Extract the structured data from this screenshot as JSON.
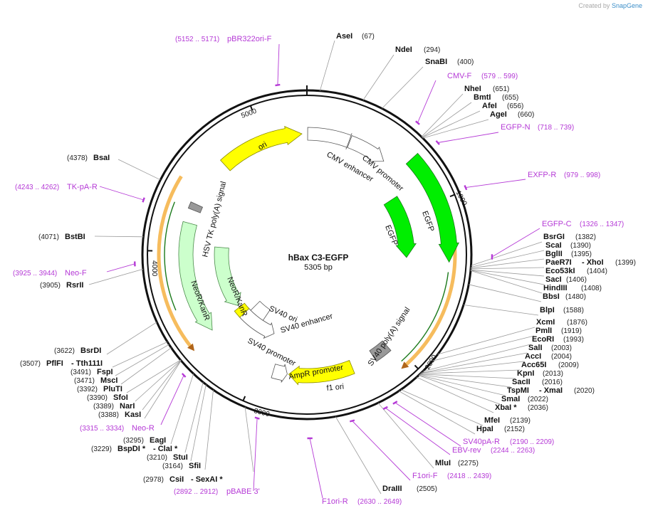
{
  "credit": {
    "prefix": "Created by",
    "brand": "SnapGene"
  },
  "plasmid": {
    "name": "hBax C3-EGFP",
    "size_label": "5305 bp",
    "length": 5305
  },
  "ruler_labels": [
    "1000",
    "2000",
    "3000",
    "4000",
    "5000"
  ],
  "features": [
    {
      "label": "ori",
      "color": "#ffff00"
    },
    {
      "label": "CMV enhancer",
      "color": "#ffffff"
    },
    {
      "label": "CMV promoter",
      "color": "#ffffff"
    },
    {
      "label": "EGFP",
      "color": "#00ee00"
    },
    {
      "label": "EGFP",
      "color": "#00ee00"
    },
    {
      "label": "SV40 poly(A) signal",
      "color": "#999999"
    },
    {
      "label": "f1 ori",
      "color": "#ffff00"
    },
    {
      "label": "AmpR promoter",
      "color": "#ffffff"
    },
    {
      "label": "SV40 promoter",
      "color": "#ffffff"
    },
    {
      "label": "SV40 ori",
      "color": "#ffff00"
    },
    {
      "label": "SV40 enhancer",
      "color": "#ffffff"
    },
    {
      "label": "NeoR/KanR",
      "color": "#ccffcc"
    },
    {
      "label": "NeoR/KanR",
      "color": "#ccffcc"
    },
    {
      "label": "HSV TK poly(A) signal",
      "color": "#999999"
    }
  ],
  "sites": [
    {
      "name": "AseI",
      "pos": "(67)"
    },
    {
      "name": "NdeI",
      "pos": "(294)"
    },
    {
      "name": "SnaBI",
      "pos": "(400)"
    },
    {
      "name": "NheI",
      "pos": "(651)"
    },
    {
      "name": "BmtI",
      "pos": "(655)"
    },
    {
      "name": "AfeI",
      "pos": "(656)"
    },
    {
      "name": "AgeI",
      "pos": "(660)"
    },
    {
      "name": "BsrGI",
      "pos": "(1382)"
    },
    {
      "name": "ScaI",
      "pos": "(1390)"
    },
    {
      "name": "BglII",
      "pos": "(1395)"
    },
    {
      "name": "PaeR7I",
      "extra": "- XhoI",
      "pos": "(1399)"
    },
    {
      "name": "Eco53kI",
      "pos": "(1404)"
    },
    {
      "name": "SacI",
      "pos": "(1406)"
    },
    {
      "name": "HindIII",
      "pos": "(1408)"
    },
    {
      "name": "BbsI",
      "pos": "(1480)"
    },
    {
      "name": "BlpI",
      "pos": "(1588)"
    },
    {
      "name": "XcmI",
      "pos": "(1876)"
    },
    {
      "name": "PmlI",
      "pos": "(1919)"
    },
    {
      "name": "EcoRI",
      "pos": "(1993)"
    },
    {
      "name": "SalI",
      "pos": "(2003)"
    },
    {
      "name": "AccI",
      "pos": "(2004)"
    },
    {
      "name": "Acc65I",
      "pos": "(2009)"
    },
    {
      "name": "KpnI",
      "pos": "(2013)"
    },
    {
      "name": "SacII",
      "pos": "(2016)"
    },
    {
      "name": "TspMI",
      "extra": "- XmaI",
      "pos": "(2020)"
    },
    {
      "name": "SmaI",
      "pos": "(2022)"
    },
    {
      "name": "XbaI *",
      "pos": "(2036)"
    },
    {
      "name": "MfeI",
      "pos": "(2139)"
    },
    {
      "name": "HpaI",
      "pos": "(2152)"
    },
    {
      "name": "MluI",
      "pos": "(2275)"
    },
    {
      "name": "DraIII",
      "pos": "(2505)"
    },
    {
      "name": "CsiI",
      "extra": "- SexAI *",
      "pos": "(2978)"
    },
    {
      "name": "SfiI",
      "pos": "(3164)"
    },
    {
      "name": "StuI",
      "pos": "(3210)"
    },
    {
      "name": "BspDI *",
      "extra": "- ClaI *",
      "pos": "(3229)"
    },
    {
      "name": "EagI",
      "pos": "(3295)"
    },
    {
      "name": "KasI",
      "pos": "(3388)"
    },
    {
      "name": "NarI",
      "pos": "(3389)"
    },
    {
      "name": "SfoI",
      "pos": "(3390)"
    },
    {
      "name": "PluTI",
      "pos": "(3392)"
    },
    {
      "name": "MscI",
      "pos": "(3471)"
    },
    {
      "name": "FspI",
      "pos": "(3491)"
    },
    {
      "name": "PflFI",
      "extra": "- Tth111I",
      "pos": "(3507)"
    },
    {
      "name": "BsrDI",
      "pos": "(3622)"
    },
    {
      "name": "RsrII",
      "pos": "(3905)"
    },
    {
      "name": "BstBI",
      "pos": "(4071)"
    },
    {
      "name": "BsaI",
      "pos": "(4378)"
    }
  ],
  "primers": [
    {
      "name": "pBR322ori-F",
      "pos": "(5152 .. 5171)"
    },
    {
      "name": "CMV-F",
      "pos": "(579 .. 599)"
    },
    {
      "name": "EGFP-N",
      "pos": "(718 .. 739)"
    },
    {
      "name": "EXFP-R",
      "pos": "(979 .. 998)"
    },
    {
      "name": "EGFP-C",
      "pos": "(1326 .. 1347)"
    },
    {
      "name": "SV40pA-R",
      "pos": "(2190 .. 2209)"
    },
    {
      "name": "EBV-rev",
      "pos": "(2244 .. 2263)"
    },
    {
      "name": "F1ori-F",
      "pos": "(2418 .. 2439)"
    },
    {
      "name": "F1ori-R",
      "pos": "(2630 .. 2649)"
    },
    {
      "name": "pBABE 3'",
      "pos": "(2892 .. 2912)"
    },
    {
      "name": "Neo-R",
      "pos": "(3315 .. 3334)"
    },
    {
      "name": "Neo-F",
      "pos": "(3925 .. 3944)"
    },
    {
      "name": "TK-pA-R",
      "pos": "(4243 .. 4262)"
    }
  ],
  "colors": {
    "primer": "#b53ad6",
    "site_line": "#9a9a9a",
    "orf": "#f5b041",
    "backbone": "#111111"
  }
}
